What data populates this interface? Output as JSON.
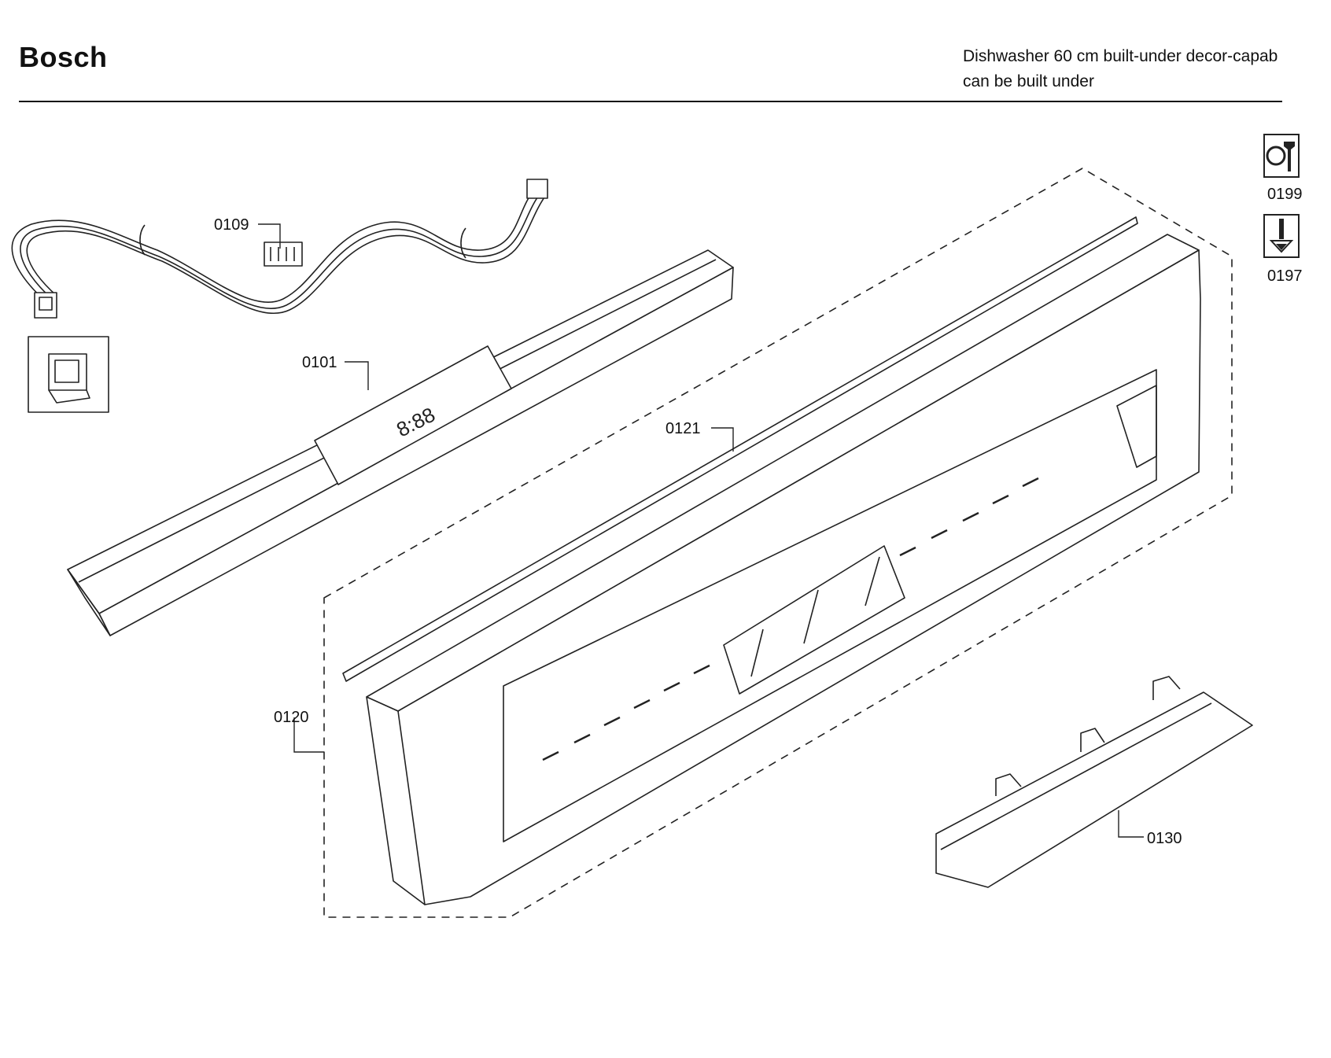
{
  "header": {
    "brand": "Bosch",
    "subtitle_line1": "Dishwasher 60 cm built-under decor-capab",
    "subtitle_line2": "can be built under"
  },
  "tools": [
    {
      "id": "0199",
      "icon": "wrench-icon"
    },
    {
      "id": "0197",
      "icon": "screwdriver-icon"
    }
  ],
  "callouts": {
    "wire_harness": "0109",
    "control_module": "0101",
    "seal_strip": "0121",
    "control_panel": "0120",
    "bracket": "0130"
  },
  "panel_display": {
    "digits": "8:88"
  }
}
